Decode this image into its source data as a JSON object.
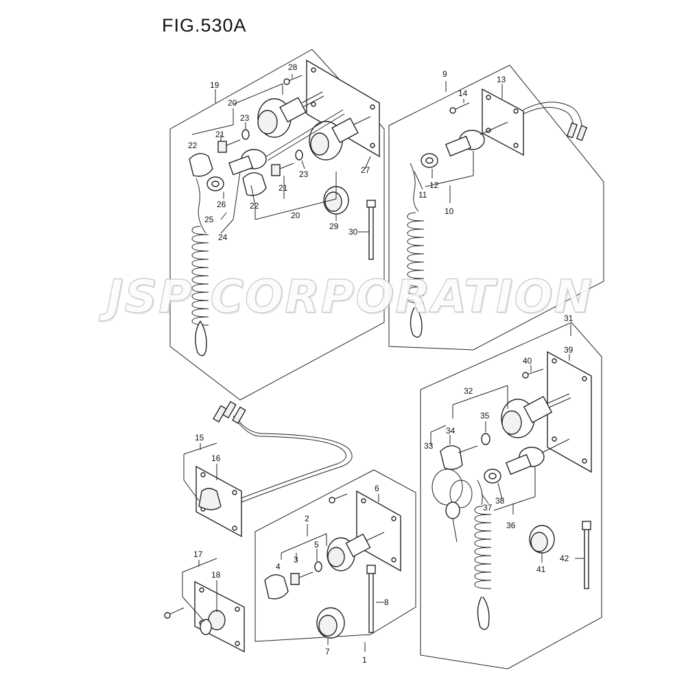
{
  "figure": {
    "title": "FIG.530A",
    "watermark": "JSP CORPORATION"
  },
  "callouts": {
    "c1": "1",
    "c2": "2",
    "c3": "3",
    "c4": "4",
    "c5": "5",
    "c6": "6",
    "c7": "7",
    "c8": "8",
    "c9": "9",
    "c10": "10",
    "c11": "11",
    "c12": "12",
    "c13": "13",
    "c14": "14",
    "c15": "15",
    "c16": "16",
    "c17": "17",
    "c18": "18",
    "c19": "19",
    "c20a": "20",
    "c20b": "20",
    "c21a": "21",
    "c21b": "21",
    "c22a": "22",
    "c22b": "22",
    "c23a": "23",
    "c23b": "23",
    "c24": "24",
    "c25": "25",
    "c26": "26",
    "c27": "27",
    "c28": "28",
    "c29": "29",
    "c30": "30",
    "c31": "31",
    "c32": "32",
    "c33": "33",
    "c34": "34",
    "c35": "35",
    "c36": "36",
    "c37": "37",
    "c38": "38",
    "c39": "39",
    "c40": "40",
    "c41": "41",
    "c42": "42"
  }
}
